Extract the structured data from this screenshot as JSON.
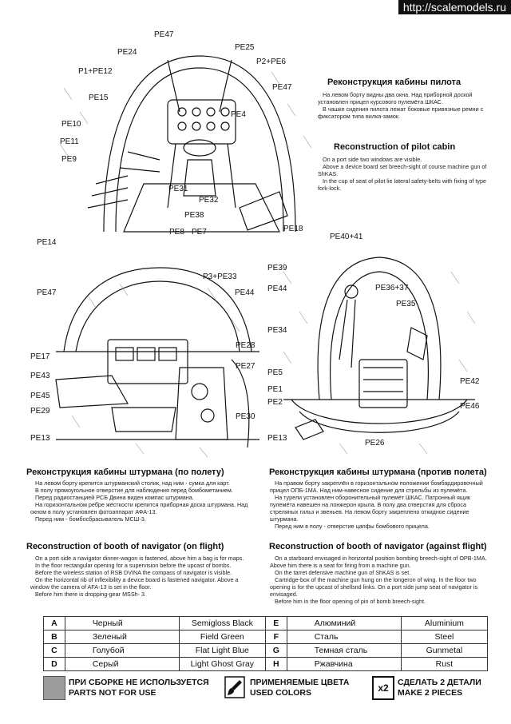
{
  "watermark": "http://scalemodels.ru",
  "pilot_cabin": {
    "labels": [
      "PE47",
      "PE24",
      "PE25",
      "P2+PE6",
      "P1+PE12",
      "PE47",
      "PE15",
      "PE4",
      "PE10",
      "PE11",
      "PE9",
      "PE31",
      "PE32",
      "PE38",
      "PE8",
      "PE7",
      "PE18"
    ],
    "title_ru": "Реконструкция кабины пилота",
    "text_ru": [
      "На левом борту видны два окна. Над приборной доской установлен прицел курсового пулемёта ШКАС.",
      "В чашке сидения пилота лежат боковые привязные ремни с фиксатором типа вилка-замок."
    ],
    "title_en": "Reconstruction of pilot cabin",
    "text_en": [
      "On a port side two windows are visible.",
      "Above a device board set breech-sight of course machine gun of ShKAS.",
      "In the cup of seat of pilot lie lateral safety-belts with fixing of type fork-lock."
    ]
  },
  "nav_flight": {
    "labels": [
      "PE14",
      "P3+PE33",
      "PE47",
      "PE44",
      "PE28",
      "PE17",
      "PE27",
      "PE43",
      "PE45",
      "PE29",
      "PE30",
      "PE13"
    ],
    "title_ru": "Реконструкция кабины штурмана (по полету)",
    "text_ru": [
      "На левом борту крепится штурманский столик, над ним - сумка для карт.",
      "В полу прямоугольное отверстие для наблюдения перед бомбометанием.",
      "Перед радиостанцией РСБ  Двина виден компас штурмана.",
      "На горизонтальном ребре жёсткости крепится приборная доска штурмана. Над окном в полу установлен фотоаппарат АФА-13.",
      "Перед ним - бомбосбрасыватель МСШ-3."
    ],
    "title_en": "Reconstruction of booth of navigator (on flight)",
    "text_en": [
      "On a port side a navigator dinner-wagon is fastened, above him a bag is for maps.",
      "In the floor rectangular opening for a supervision before the upcast of bombs.",
      "Before the wireless station of RSB DVINA the compass of navigator is visible.",
      "On the horizontal rib of inflexibility a device board is fastened navigator. Above a window the camera of AFA-13 is set in the floor.",
      "Before him there is dropping-gear MSSh- 3."
    ]
  },
  "nav_against": {
    "labels": [
      "PE40+41",
      "PE39",
      "PE36+37",
      "PE44",
      "PE35",
      "PE34",
      "PE5",
      "PE42",
      "PE1",
      "PE2",
      "PE46",
      "PE13",
      "PE26"
    ],
    "title_ru": "Реконструкция кабины штурмана (против полета)",
    "text_ru": [
      "На правом борту закреплён в горизонтальном положении бомбардировочный прицел ОПБ-1МА. Над ним-навесное сидение для стрельбы из пулемёта.",
      "На турели установлен оборонительный пулемёт ШКАС. Патронный ящик пулемёта навешен на лонжерон крыла. В полу два отверстия для сброса стреляных гильз и звеньев. На левом борту закреплено откидное сидение штурмана.",
      "Перед ним в полу - отверстие цапфы бомбового прицела."
    ],
    "title_en": "Reconstruction of booth of navigator (against flight)",
    "text_en": [
      "On a starboard envisaged in horizontal position bombing breech-sight of OPB-1MA. Above him there is a seat for firing from a machine gun.",
      "On  the tarret defensive machine gun of ShKAS is set.",
      "Cartridge-box of the machine gun hung on the longeron of wing. In the floor two opening is for the upcast of shellsnd links. On a port side jump seat of navigator is envisaged.",
      "Before him in the floor opening of pin of bomb breech-sight."
    ]
  },
  "color_table": [
    {
      "code": "A",
      "ru": "Черный",
      "en": "Semigloss Black",
      "code2": "E",
      "ru2": "Алюминий",
      "en2": "Aluminium"
    },
    {
      "code": "B",
      "ru": "Зеленый",
      "en": "Field Green",
      "code2": "F",
      "ru2": "Сталь",
      "en2": "Steel"
    },
    {
      "code": "C",
      "ru": "Голубой",
      "en": "Flat Light Blue",
      "code2": "G",
      "ru2": "Темная сталь",
      "en2": "Gunmetal"
    },
    {
      "code": "D",
      "ru": "Серый",
      "en": "Light Ghost Gray",
      "code2": "H",
      "ru2": "Ржавчина",
      "en2": "Rust"
    }
  ],
  "legend": {
    "parts_ru": "ПРИ СБОРКЕ НЕ ИСПОЛЬЗУЕТСЯ",
    "parts_en": "PARTS NOT FOR USE",
    "colors_ru": "ПРИМЕНЯЕМЫЕ ЦВЕТА",
    "colors_en": "USED COLORS",
    "x2": "x2",
    "make2_ru": "СДЕЛАТЬ 2 ДЕТАЛИ",
    "make2_en": "MAKE 2 PIECES"
  }
}
